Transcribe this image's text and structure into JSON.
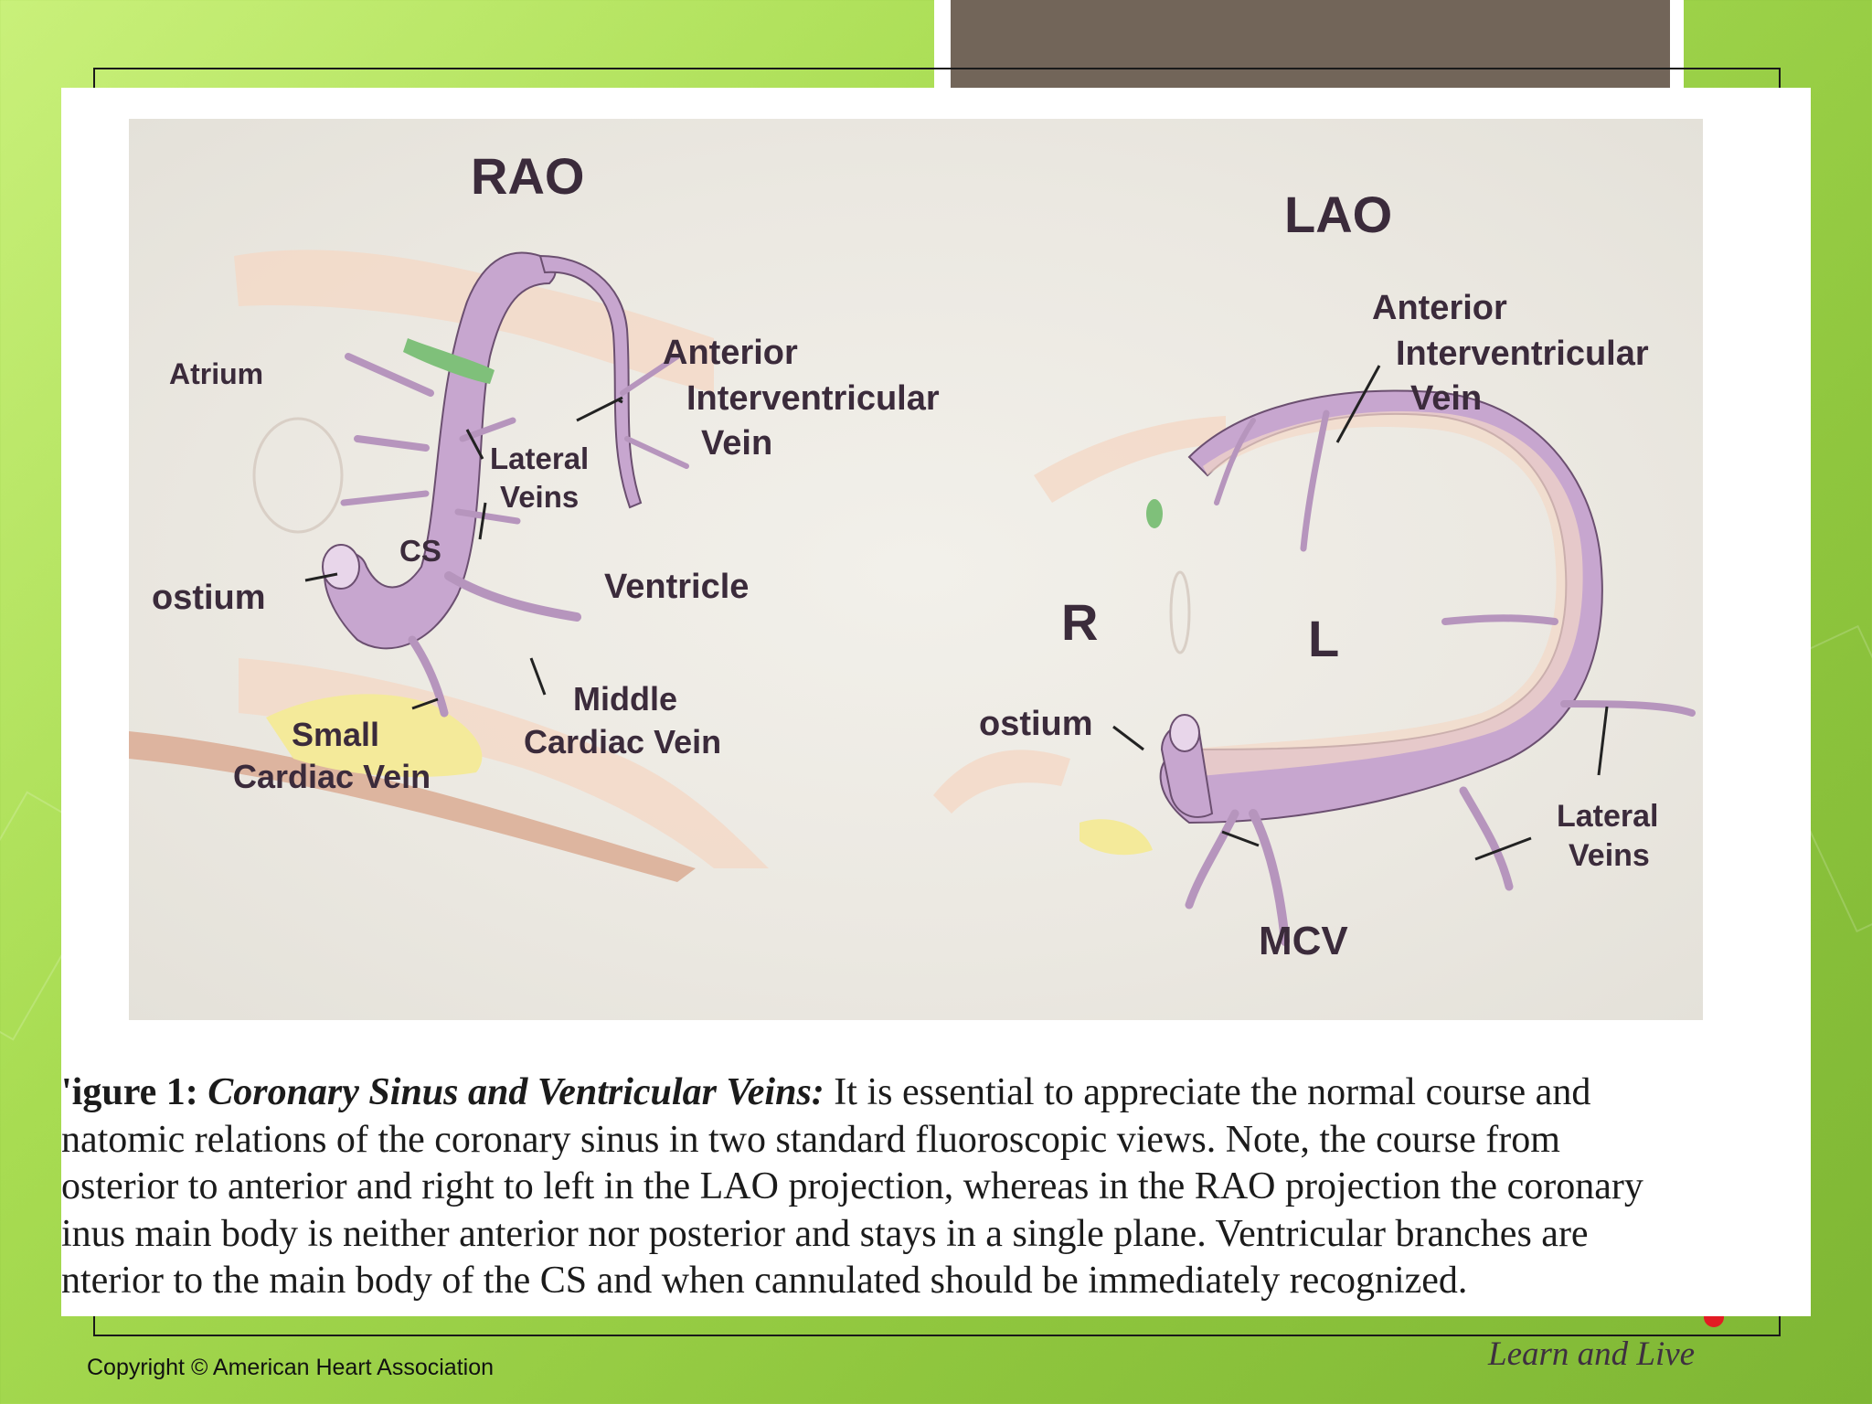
{
  "figure": {
    "rao": {
      "title": "RAO",
      "labels": {
        "atrium": "Atrium",
        "aiv_1": "Anterior",
        "aiv_2": "Interventricular",
        "aiv_3": "Vein",
        "lateral_1": "Lateral",
        "lateral_2": "Veins",
        "cs": "CS",
        "ostium": "ostium",
        "ventricle": "Ventricle",
        "mcv_1": "Middle",
        "mcv_2": "Cardiac Vein",
        "scv_1": "Small",
        "scv_2": "Cardiac Vein"
      }
    },
    "lao": {
      "title": "LAO",
      "labels": {
        "aiv_1": "Anterior",
        "aiv_2": "Interventricular",
        "aiv_3": "Vein",
        "r": "R",
        "l": "L",
        "ostium": "ostium",
        "lateral_1": "Lateral",
        "lateral_2": "Veins",
        "mcv": "MCV"
      }
    }
  },
  "caption": {
    "fig_label": "'igure 1:",
    "fig_title": "Coronary Sinus and Ventricular Veins:",
    "line1_rest": "It is essential to appreciate the normal course and",
    "line2": "natomic relations of the coronary sinus in two standard fluoroscopic views. Note, the course from",
    "line3": "osterior to anterior and right to left in the LAO projection, whereas in the RAO projection the coronary",
    "line4": "inus main body is neither anterior nor posterior and stays in a single plane. Ventricular branches are",
    "line5": "nterior to the main body of the CS and when cannulated should be immediately recognized."
  },
  "footer": {
    "copyright": "Copyright © American Heart Association",
    "tagline": "Learn and Live"
  },
  "colors": {
    "background_green": "#a8dc52",
    "title_block": "#726559",
    "vein_purple": "#c7a6cf",
    "tissue_pink": "#f3d9c8",
    "yellow_fat": "#f4ea9a",
    "green_marker": "#7fc07a"
  }
}
